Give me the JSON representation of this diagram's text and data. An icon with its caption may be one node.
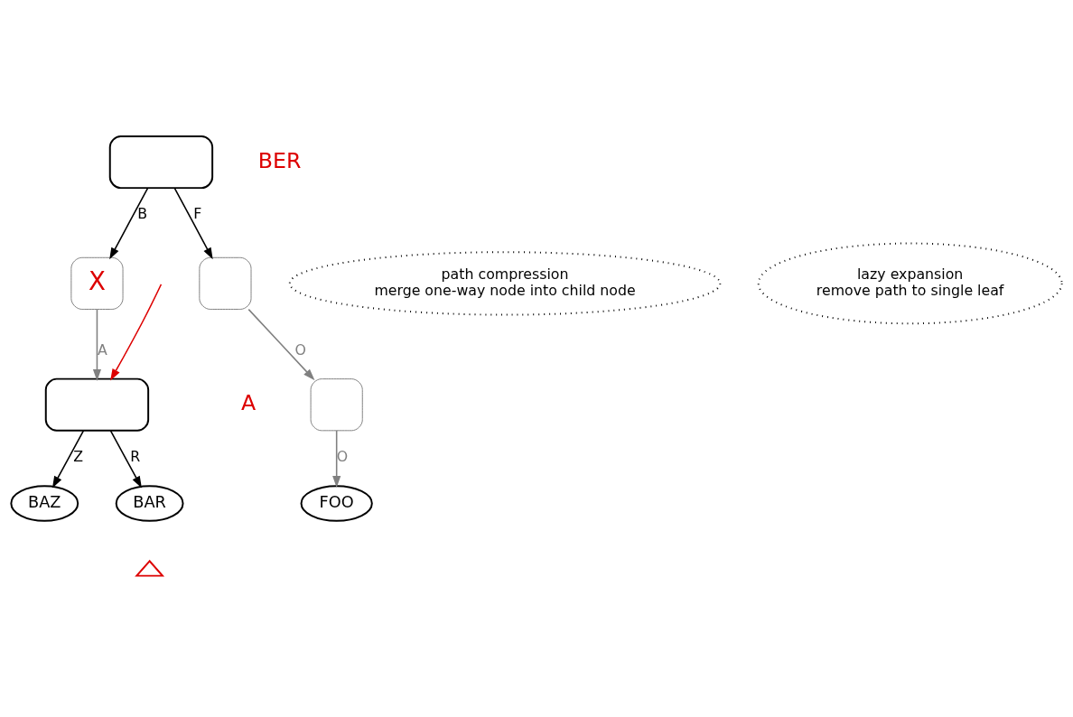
{
  "diagram": {
    "nodes": [
      {
        "text": [],
        "shape": "box"
      },
      {
        "text": [
          "X"
        ]
      },
      {
        "text": [],
        "shape": "box"
      },
      {
        "text": [
          "BAR"
        ]
      },
      {
        "text": [
          "BAZ"
        ]
      },
      {
        "text": [],
        "shape": "box"
      },
      {
        "text": [],
        "shape": "box"
      },
      {
        "text": [
          "FOO"
        ]
      },
      {
        "text": [
          "path compression",
          "merge one-way node into child node"
        ]
      },
      {
        "text": [
          "lazy expansion",
          "remove path to single leaf"
        ]
      },
      {
        "text": [],
        "shape": "triangle"
      }
    ],
    "edges": [
      {
        "from": 0,
        "to": 1,
        "arrow": "to",
        "label": "B"
      },
      {
        "from": 0,
        "to": 5,
        "arrow": "to",
        "label": "F"
      },
      {
        "from": 1,
        "to": 2,
        "arrow": "to",
        "label": "A",
        "color": "#808080"
      },
      {
        "from": 2,
        "to": 3,
        "arrow": "to",
        "label": "R"
      },
      {
        "from": 2,
        "to": 4,
        "arrow": "to",
        "label": "Z"
      },
      {
        "from": 5,
        "to": 6,
        "arrow": "to",
        "label": "O",
        "color": "#808080"
      },
      {
        "from": 6,
        "to": 7,
        "arrow": "to",
        "label": "O",
        "color": "#808080"
      },
      {
        "from": null,
        "to": 2,
        "arrow": "to",
        "color": "#dd0000"
      }
    ],
    "labels": [
      "BER",
      "A"
    ]
  }
}
